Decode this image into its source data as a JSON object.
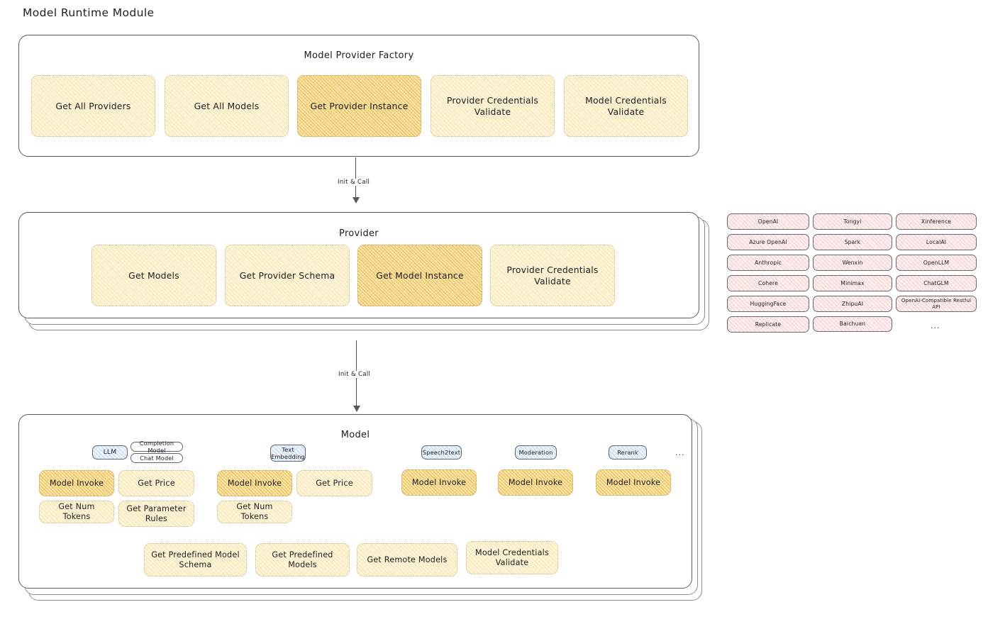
{
  "title": "Model Runtime Module",
  "factory": {
    "title": "Model Provider Factory",
    "cards": [
      {
        "label": "Get All Providers",
        "highlight": false
      },
      {
        "label": "Get All Models",
        "highlight": false
      },
      {
        "label": "Get Provider Instance",
        "highlight": true
      },
      {
        "label": "Provider Credentials Validate",
        "highlight": false
      },
      {
        "label": "Model Credentials Validate",
        "highlight": false
      }
    ]
  },
  "arrow1": {
    "label": "Init & Call"
  },
  "provider": {
    "title": "Provider",
    "cards": [
      {
        "label": "Get Models",
        "highlight": false
      },
      {
        "label": "Get Provider Schema",
        "highlight": false
      },
      {
        "label": "Get Model Instance",
        "highlight": true
      },
      {
        "label": "Provider Credentials Validate",
        "highlight": false
      }
    ]
  },
  "arrow2": {
    "label": "Init & Call"
  },
  "provider_list": {
    "column1": [
      "OpenAI",
      "Azure OpenAI",
      "Anthropic",
      "Cohere",
      "HuggingFace",
      "Replicate"
    ],
    "column2": [
      "Tongyi",
      "Spark",
      "Wenxin",
      "Minimax",
      "ZhipuAI",
      "Baichuan"
    ],
    "column3": [
      "Xinference",
      "LocalAI",
      "OpenLLM",
      "ChatGLM",
      "OpenAI-Compatible Restful API"
    ],
    "more": "..."
  },
  "model": {
    "title": "Model",
    "more": "...",
    "types": [
      {
        "badge": "LLM",
        "sub": [
          "Completion Model",
          "Chat Model"
        ]
      },
      {
        "badge": "Text Embedding",
        "sub": []
      },
      {
        "badge": "Speech2text",
        "sub": []
      },
      {
        "badge": "Moderation",
        "sub": []
      },
      {
        "badge": "Rerank",
        "sub": []
      }
    ],
    "llm_cards": [
      {
        "label": "Model Invoke",
        "highlight": true
      },
      {
        "label": "Get Price",
        "highlight": false
      },
      {
        "label": "Get Num Tokens",
        "highlight": false
      },
      {
        "label": "Get Parameter Rules",
        "highlight": false
      }
    ],
    "embedding_cards": [
      {
        "label": "Model Invoke",
        "highlight": true
      },
      {
        "label": "Get Price",
        "highlight": false
      },
      {
        "label": "Get Num Tokens",
        "highlight": false
      }
    ],
    "speech2text_cards": [
      {
        "label": "Model Invoke",
        "highlight": true
      }
    ],
    "moderation_cards": [
      {
        "label": "Model Invoke",
        "highlight": true
      }
    ],
    "rerank_cards": [
      {
        "label": "Model Invoke",
        "highlight": true
      }
    ],
    "shared_cards": [
      {
        "label": "Get Predefined Model Schema",
        "highlight": false
      },
      {
        "label": "Get Predefined Models",
        "highlight": false
      },
      {
        "label": "Get Remote Models",
        "highlight": false
      },
      {
        "label": "Model Credentials Validate",
        "highlight": false
      }
    ]
  },
  "colors": {
    "highlight_fill": "#fbe8b4",
    "card_fill": "#fdf6e0",
    "provider_chip_fill": "#fdf0f0",
    "badge_fill": "#eef4fb",
    "stroke": "#5c5c5c"
  }
}
